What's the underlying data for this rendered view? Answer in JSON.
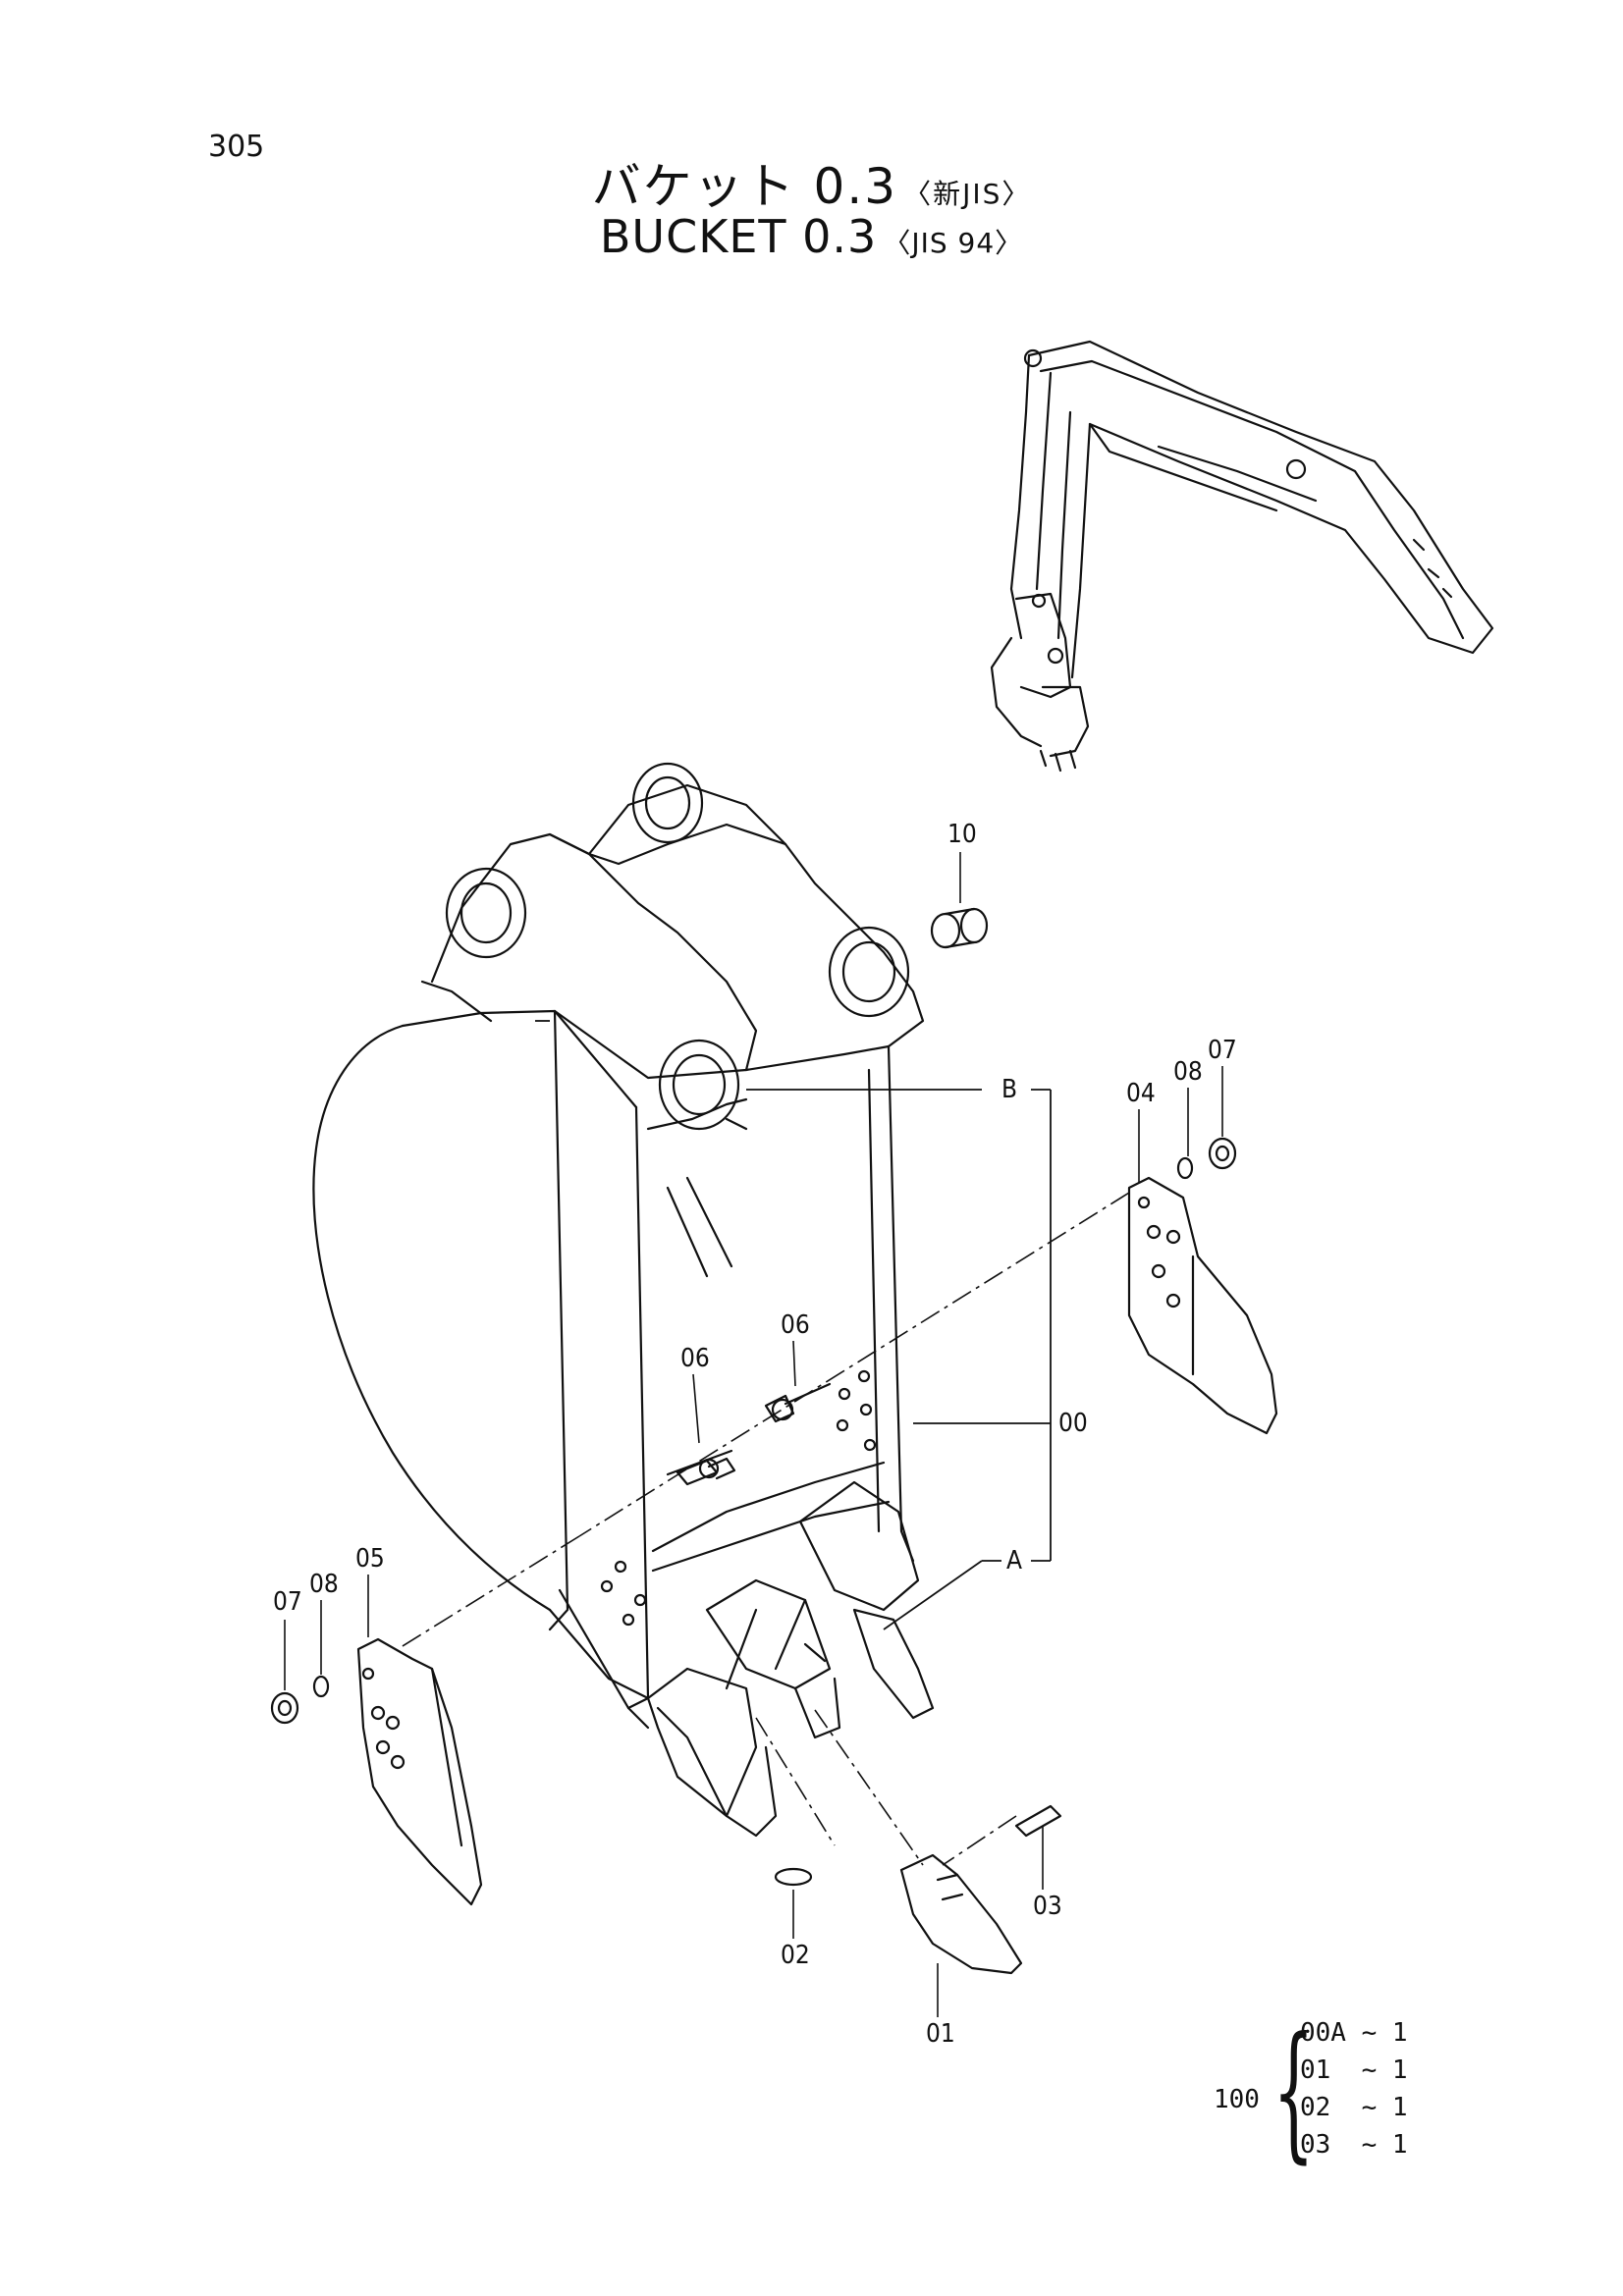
{
  "page_number": "305",
  "title_jp": "バケット 0.3",
  "title_jp_std": "〈新JIS〉",
  "title_en": "BUCKET 0.3",
  "title_en_std": "〈JIS 94〉",
  "callouts": {
    "p10": "10",
    "p08r": "08",
    "p07r": "07",
    "p04": "04",
    "pB": "B",
    "p06a": "06",
    "p06b": "06",
    "p00": "00",
    "pA": "A",
    "p07l": "07",
    "p08l": "08",
    "p05": "05",
    "p02": "02",
    "p03": "03",
    "p01": "01"
  },
  "kit": {
    "number": "100",
    "rows": [
      "00A ~ 1",
      "01  ~ 1",
      "02  ~ 1",
      "03  ~ 1"
    ]
  }
}
